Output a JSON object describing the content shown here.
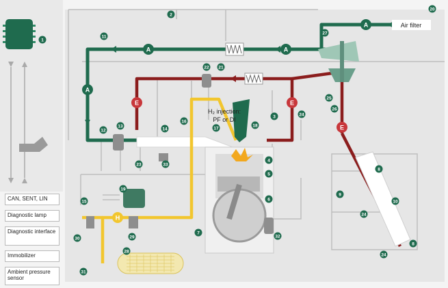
{
  "diagram": {
    "labels": {
      "air_filter": "Air filter",
      "h2_injection_line1": "H₂ injection:",
      "h2_injection_line2": "PF or DI"
    },
    "flow_markers": {
      "air": "A",
      "exhaust": "E",
      "hydrogen": "H"
    },
    "components": [
      "1",
      "2",
      "3",
      "4",
      "5",
      "6",
      "7",
      "8",
      "9",
      "10",
      "11",
      "12",
      "13",
      "14",
      "15",
      "16",
      "17",
      "18",
      "19",
      "20",
      "21",
      "22",
      "23",
      "24",
      "25",
      "26",
      "27",
      "28",
      "29",
      "30",
      "31",
      "32",
      "33"
    ],
    "legend": [
      {
        "text": "CAN, SENT, LIN"
      },
      {
        "text": "Diagnostic lamp"
      },
      {
        "text": "Diagnostic interface"
      },
      {
        "text": "Immobilizer"
      },
      {
        "text": "Ambient pressure sensor"
      }
    ],
    "colors": {
      "air": "#1f6b4e",
      "exhaust": "#8b1d1d",
      "exhaust_marker": "#c8373b",
      "hydrogen": "#f2c62e",
      "signal": "#b3b3b3",
      "component": "#8a8a8a"
    }
  }
}
